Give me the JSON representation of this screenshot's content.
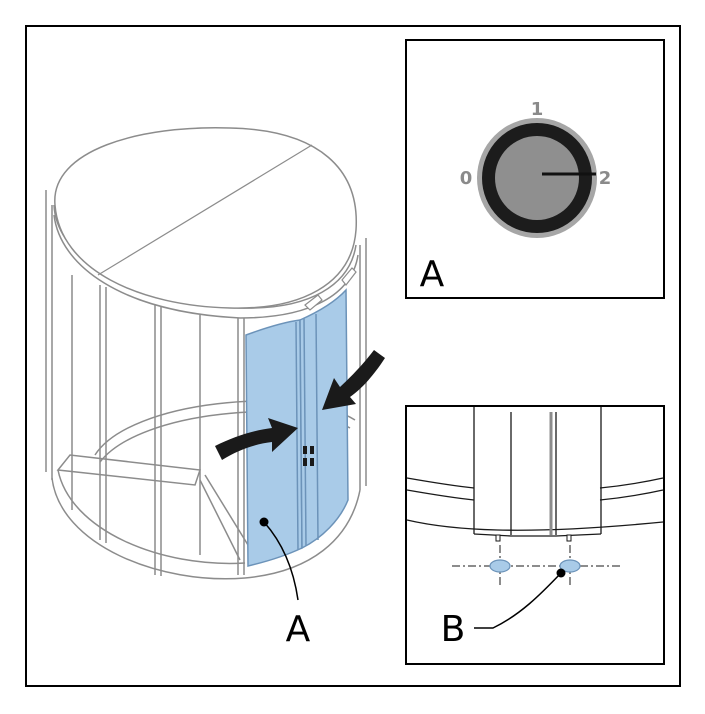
{
  "labels": {
    "door_callout": "A",
    "inset_top_label": "A",
    "inset_bottom_label": "B"
  },
  "switch": {
    "positions": [
      "0",
      "1",
      "2"
    ],
    "selected": "2"
  },
  "colors": {
    "glass": "#a9cbe8",
    "glass_edge": "#6c93b9",
    "outline": "#8c8c8c",
    "arrow": "#1a1a1a",
    "knob": "#8f8f8f",
    "knob_ring": "#1c1c1c",
    "knob_outer": "#a6a6a6"
  }
}
